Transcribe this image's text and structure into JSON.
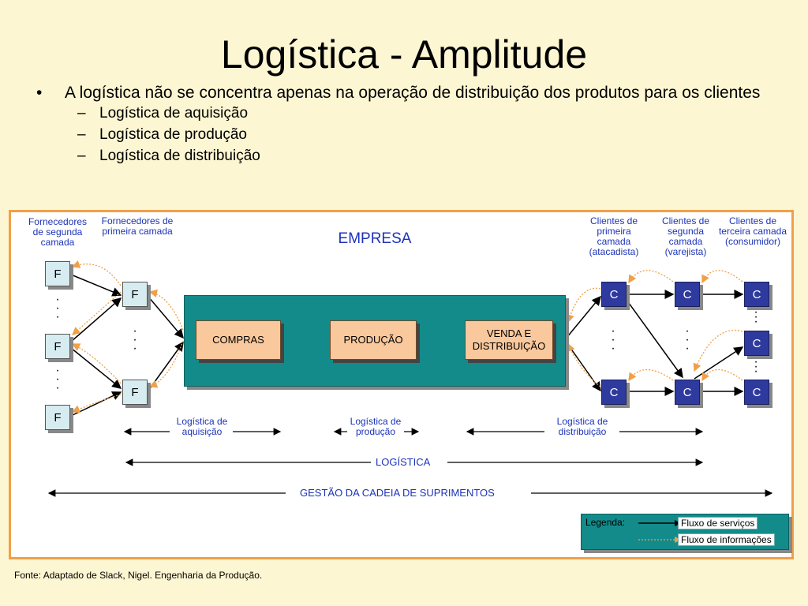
{
  "title": "Logística - Amplitude",
  "bullet": "A logística não se concentra apenas na operação de distribuição dos produtos para os clientes",
  "subs": [
    "Logística de aquisição",
    "Logística de produção",
    "Logística de distribuição"
  ],
  "diagram": {
    "suppliers_second_tier": "Fornecedores de segunda camada",
    "suppliers_first_tier": "Fornecedores de primeira camada",
    "empresa": "EMPRESA",
    "clients_first_tier": "Clientes de primeira camada (atacadista)",
    "clients_second_tier": "Clientes de segunda camada (varejista)",
    "clients_third_tier": "Clientes de terceira camada (consumidor)",
    "supplier_node": "F",
    "client_node": "C",
    "dots": "·\n·\n·",
    "compras": "COMPRAS",
    "producao": "PRODUÇÃO",
    "venda": "VENDA E DISTRIBUIÇÃO",
    "log_aquisicao": "Logística de aquisição",
    "log_producao": "Logística de produção",
    "log_distribuicao": "Logística de distribuição",
    "logistica": "LOGÍSTICA",
    "gestao": "GESTÃO DA CADEIA DE SUPRIMENTOS",
    "legenda": "Legenda:",
    "fluxo_servicos": "Fluxo de serviços",
    "fluxo_informacoes": "Fluxo de informações"
  },
  "colors": {
    "accent": "#1c33b8",
    "panel_border": "#f0a048",
    "company": "#138b8b",
    "client": "#2e3a9e",
    "supplier": "#d6ecf0",
    "process": "#f9c89c"
  },
  "source": "Fonte: Adaptado de Slack, Nigel. Engenharia da Produção."
}
